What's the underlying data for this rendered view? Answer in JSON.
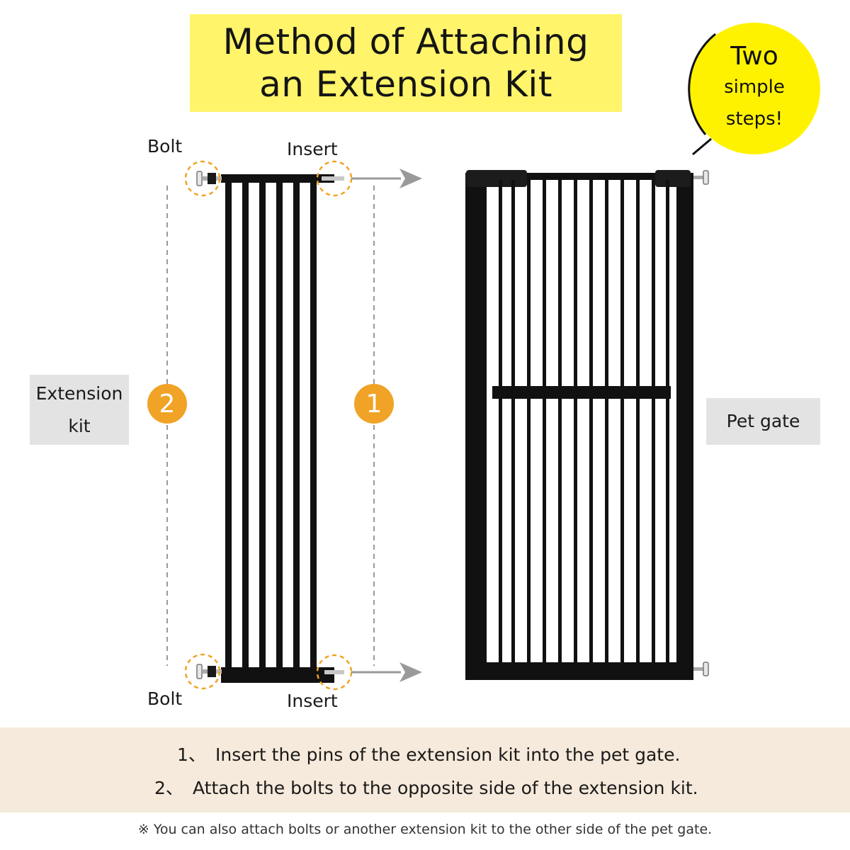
{
  "title": {
    "line1": "Method of Attaching",
    "line2": "an Extension Kit"
  },
  "badge": {
    "line1": "Two",
    "line2": "simple",
    "line3": "steps!"
  },
  "labels": {
    "bolt_top": "Bolt",
    "insert_top": "Insert",
    "bolt_bottom": "Bolt",
    "insert_bottom": "Insert",
    "extension_kit_line1": "Extension",
    "extension_kit_line2": "kit",
    "pet_gate": "Pet gate"
  },
  "steps": {
    "step2": "2",
    "step1": "1"
  },
  "instructions": [
    {
      "num": "1、",
      "text": "Insert the pins of the extension kit into the pet gate."
    },
    {
      "num": "2、",
      "text": "Attach the bolts to the opposite side of the extension kit."
    }
  ],
  "footnote": "※ You can also attach bolts or another extension kit to the other side of the pet gate.",
  "colors": {
    "title_bg": "#fff46a",
    "badge_bg": "#fff200",
    "step_orange": "#f0a326",
    "gate_black": "#111111",
    "label_gray": "#e3e3e3",
    "instruction_band": "#f5eadb"
  }
}
